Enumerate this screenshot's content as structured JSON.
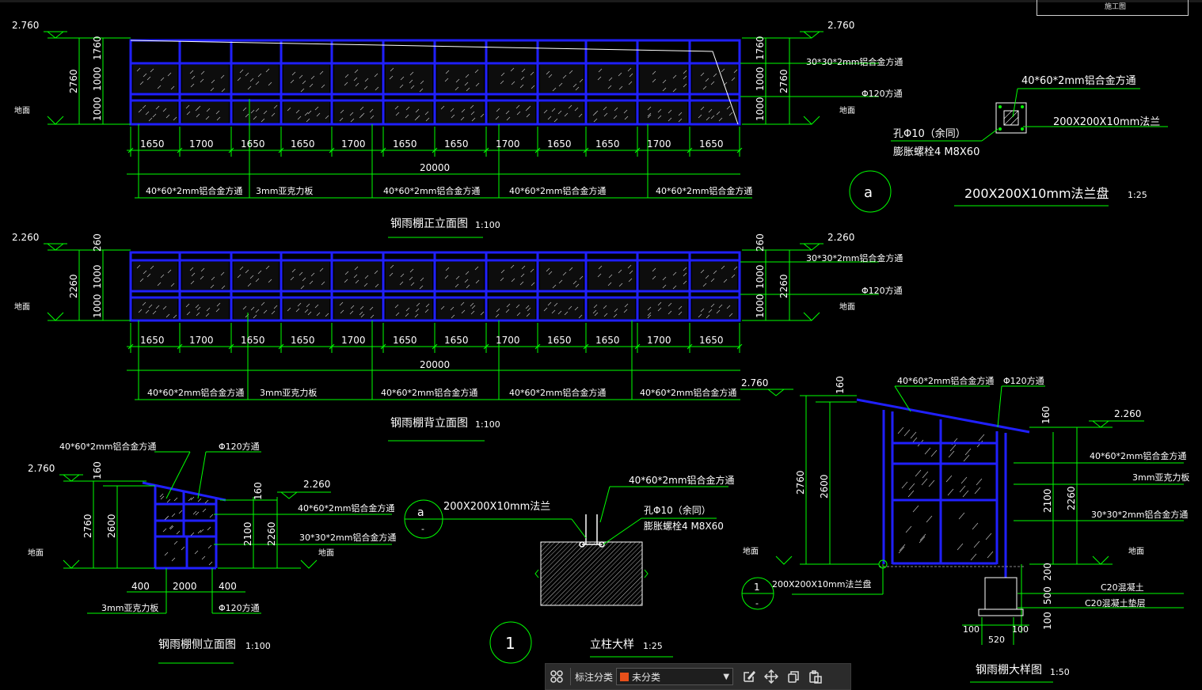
{
  "colors": {
    "background": "#000000",
    "dimension": "#00ff00",
    "frame": "#2020ff",
    "text": "#ffffff",
    "panel_hatch": "#d8d8d8",
    "category_swatch": "#e8501a"
  },
  "title_block": {
    "text": "施工图"
  },
  "front_elevation": {
    "elev_top": "2.760",
    "elev_top_right": "2.760",
    "ground": "地面",
    "ground_right": "地面",
    "left_dims": [
      "2760",
      "1760",
      "1000",
      "1000"
    ],
    "right_dims": [
      "1760",
      "1000",
      "1000",
      "2760"
    ],
    "bay_dims": [
      "1650",
      "1700",
      "1650",
      "1650",
      "1700",
      "1650",
      "1650",
      "1700",
      "1650",
      "1650",
      "1700",
      "1650"
    ],
    "total": "20000",
    "right_notes": [
      "30*30*2mm铝合金方通",
      "Φ120方通"
    ],
    "bottom_notes": [
      "40*60*2mm铝合金方通",
      "3mm亚克力板",
      "40*60*2mm铝合金方通",
      "40*60*2mm铝合金方通",
      "40*60*2mm铝合金方通"
    ],
    "title": "钢雨棚正立面图",
    "scale": "1:100"
  },
  "back_elevation": {
    "elev_top": "2.260",
    "elev_top_right": "2.260",
    "ground": "地面",
    "ground_right": "地面",
    "left_dims": [
      "2260",
      "260",
      "1000",
      "1000"
    ],
    "right_dims": [
      "260",
      "1000",
      "1000",
      "2260"
    ],
    "bay_dims": [
      "1650",
      "1700",
      "1650",
      "1650",
      "1700",
      "1650",
      "1650",
      "1700",
      "1650",
      "1650",
      "1700",
      "1650"
    ],
    "total": "20000",
    "right_notes": [
      "30*30*2mm铝合金方通",
      "Φ120方通"
    ],
    "bottom_notes": [
      "40*60*2mm铝合金方通",
      "3mm亚克力板",
      "40*60*2mm铝合金方通",
      "40*60*2mm铝合金方通",
      "40*60*2mm铝合金方通"
    ],
    "title": "钢雨棚背立面图",
    "scale": "1:100"
  },
  "flange_plan": {
    "tube_note": "40*60*2mm铝合金方通",
    "flange_note": "200X200X10mm法兰",
    "hole_note": "孔Φ10（余同）",
    "bolt_note": "膨胀螺栓4 M8X60",
    "bubble": "a",
    "title": "200X200X10mm法兰盘",
    "scale": "1:25"
  },
  "side_elevation": {
    "elev_top": "2.760",
    "elev_low": "2.260",
    "ground_left": "地面",
    "ground_right": "地面",
    "left_dims": [
      "160",
      "2760",
      "2600"
    ],
    "right_dims": [
      "160",
      "2100",
      "2260"
    ],
    "bottom_dims": [
      "400",
      "2000",
      "400"
    ],
    "top_notes": [
      "40*60*2mm铝合金方通",
      "Φ120方通"
    ],
    "right_notes": [
      "40*60*2mm铝合金方通",
      "30*30*2mm铝合金方通"
    ],
    "bottom_notes": [
      "3mm亚克力板",
      "Φ120方通"
    ],
    "title": "钢雨棚侧立面图",
    "scale": "1:100"
  },
  "column_detail": {
    "bubble_a": "a",
    "bubble_a_sub": "-",
    "flange_note": "200X200X10mm法兰",
    "tube_note": "40*60*2mm铝合金方通",
    "hole_note": "孔Φ10（余同）",
    "bolt_note": "膨胀螺栓4 M8X60",
    "bubble": "1",
    "title": "立柱大样",
    "scale": "1:25"
  },
  "canopy_detail": {
    "elev_left": "2.760",
    "elev_right": "2.260",
    "ground_left": "地面",
    "ground_right": "地面",
    "left_dims": [
      "160",
      "2760",
      "2600"
    ],
    "right_dims": [
      "160",
      "2100",
      "2260",
      "200",
      "500",
      "100"
    ],
    "top_notes": [
      "40*60*2mm铝合金方通",
      "Φ120方通"
    ],
    "right_notes": [
      "40*60*2mm铝合金方通",
      "3mm亚克力板",
      "30*30*2mm铝合金方通"
    ],
    "foundation_notes": [
      "C20混凝土",
      "C20混凝土垫层"
    ],
    "footing_dims": [
      "100",
      "520",
      "100"
    ],
    "flange_note": "200X200X10mm法兰盘",
    "bubble": "1",
    "bubble_sub": "-",
    "title": "钢雨棚大样图",
    "scale": "1:50"
  },
  "toolbar": {
    "grid_icon": "grid-icon",
    "label": "标注分类",
    "category_value": "未分类",
    "icons": [
      "edit-icon",
      "move-icon",
      "copy-icon",
      "paste-icon"
    ]
  }
}
